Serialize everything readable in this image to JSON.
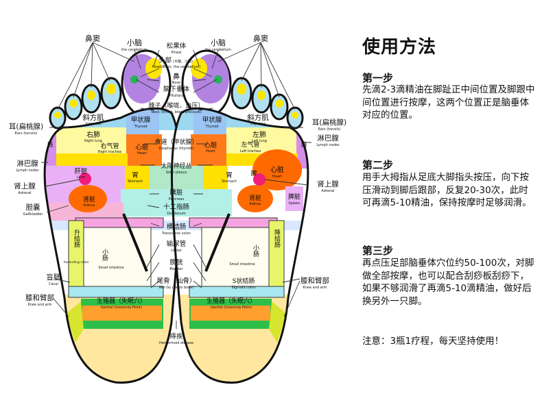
{
  "diagram": {
    "labels": {
      "sinus_l": "鼻窦",
      "sinus_r": "鼻窦",
      "cerebellum_l": "小脑",
      "cerebellum_l_en": "the cerebellum",
      "cerebellum_r": "小脑",
      "cerebellum_r_en": "the cerebellum",
      "pineal": "松果体",
      "pineal_en": "Pineal",
      "head": "头部",
      "head_note": "(大脑、小脑)",
      "head_en": "Head(Brain, the cerebellum)",
      "nose": "鼻",
      "nose_en": "Nose",
      "pituitary": "脑下垂体",
      "pituitary_en": "Pituitary",
      "neck": "脖子（喉咙、血压）",
      "neck_en": "Neck (throat, blood pressure)",
      "trapezius_l": "斜方肌",
      "trapezius_l_en": "trapezius",
      "trapezius_r": "斜方肌",
      "trapezius_r_en": "trapezius",
      "thyroid_l": "甲状腺",
      "thyroid_l_en": "Thyroid",
      "thyroid_r": "甲状腺",
      "thyroid_r_en": "Thyroid",
      "ear_l": "耳(扁桃腺)",
      "ear_l_en": "Ears (tonsils)",
      "ear_r": "耳(扁桃腺)",
      "ear_r_en": "Ears (tonsils)",
      "right_lung": "右肺",
      "right_lung_en": "Right lung",
      "left_lung": "左肺",
      "left_lung_en": "Left lung",
      "shoulder_l": "肩",
      "shoulder_r": "肩",
      "esophagus": "食道（甲状腺）",
      "esophagus_en": "Esophagus (thyroid)",
      "right_trachea": "右气管",
      "right_trachea_en": "Right trachea",
      "left_trachea": "左气管",
      "left_trachea_en": "Left trachea",
      "heart_l": "心脏",
      "heart_l_en": "Heart",
      "heart_r": "心脏",
      "heart_r_en": "Heart",
      "heart_big": "心脏",
      "heart_big_en": "Heart",
      "lymph_l": "淋巴腺",
      "lymph_l_en": "Lymph nodes",
      "lymph_r": "淋巴腺",
      "lymph_r_en": "Lymph nodes",
      "solar": "太阳神经丛",
      "solar_en": "Solar plexus",
      "liver": "肝脏",
      "liver_en": "Liver",
      "stomach_l": "胃",
      "stomach_l_en": "Stomach",
      "stomach_r": "胃",
      "stomach_r_en": "Stomach",
      "spleen": "脾",
      "adrenal_l": "肾上腺",
      "adrenal_l_en": "Adrenal",
      "adrenal_r": "肾上腺",
      "adrenal_r_en": "Adrenal",
      "pancreas": "胰脏",
      "pancreas_en": "Pancreas",
      "kidney_l": "肾脏",
      "kidney_l_en": "Kidney",
      "kidney_r": "肾脏",
      "kidney_r_en": "Kidney",
      "spleen_r": "脾脏",
      "spleen_r_en": "Spleen",
      "gallbladder": "胆囊",
      "gallbladder_en": "Gallbladder",
      "duodenum": "十二指肠",
      "duodenum_en": "Duodenum",
      "transverse": "横结肠",
      "transverse_en": "Transverse colon",
      "ascending": "升结肠",
      "ascending_en": "Ascending colon",
      "descending": "降结肠",
      "ureter": "输尿管",
      "ureter_en": "Ureter",
      "small_int_l": "小肠",
      "small_int_l_en": "Small intestine",
      "small_int_r": "小肠",
      "small_int_r_en": "Small intestine",
      "bladder": "膀胱",
      "bladder_en": "Bladder",
      "cecum": "盲肠",
      "cecum_en": "Cecal",
      "sigmoid": "S状结肠",
      "sigmoid_en": "Sigmoid colon",
      "coccyx": "尾骨（仙骨）",
      "coccyx_en": "Wei Gu (cents bone)",
      "knee_l": "膝和臂部",
      "knee_l_en": "Knee and arm",
      "knee_r": "膝和臂部",
      "knee_r_en": "Knee and arm",
      "genital_l": "生殖器（失眠穴）",
      "genital_l_en": "Genital (insomnia Point)",
      "genital_r": "生殖器（失眠穴）",
      "genital_r_en": "Genital (insomnia Point)",
      "hemorrhoid": "痔疾",
      "hemorrhoid_en": "Hemorrhoid disease"
    }
  },
  "instructions": {
    "title": "使用方法",
    "steps": [
      {
        "heading": "第一步",
        "text": "先滴2-3滴精油在脚趾正中间位置及脚跟中间位置进行按摩，这两个位置正是脑垂体对应的位置。"
      },
      {
        "heading": "第二步",
        "text": "用手大拇指从足底大脚指头按压，向下按压滑动到脚后跟部，反复20-30次，此时可再滴5-10精油，保持按摩时足够润滑。"
      },
      {
        "heading": "第三步",
        "text": "再点压足部脑垂体穴位约50-100次，对脚做全部按摩，也可以配合刮痧板刮痧下，如果不够润滑了再滴5-10滴精油，做好后换另外一只脚。"
      }
    ],
    "note": "注意：3瓶1疗程，每天坚持使用！"
  }
}
